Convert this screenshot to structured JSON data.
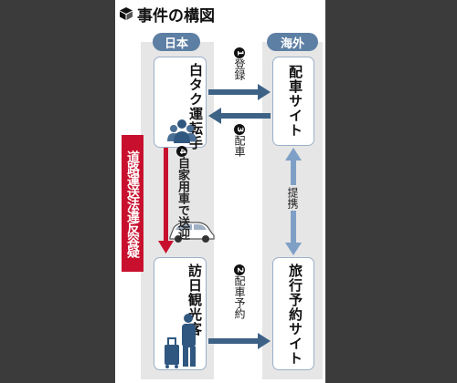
{
  "title": "事件の構図",
  "header_left": "日本",
  "header_right": "海外",
  "driver_label": "白タク運転手",
  "tourist_label": "訪日観光客",
  "dispatch_site": "配車サイト",
  "travel_site": "旅行予約サイト",
  "step1": {
    "num": "1",
    "text": "登録"
  },
  "step2": {
    "num": "2",
    "text": "配車予約"
  },
  "step3": {
    "num": "3",
    "text": "配車"
  },
  "step4": {
    "num": "4",
    "text": "自家用車で送迎"
  },
  "partnership": "提携",
  "violation": "道路運送法違反容疑",
  "colors": {
    "header_blue": "#5d7fa4",
    "arrow_blue": "#3d6286",
    "violation_red": "#c8102e",
    "link_blue": "#7fa0c6"
  },
  "icons": [
    "cube-icon",
    "people-icon",
    "car-icon",
    "traveler-icon"
  ]
}
